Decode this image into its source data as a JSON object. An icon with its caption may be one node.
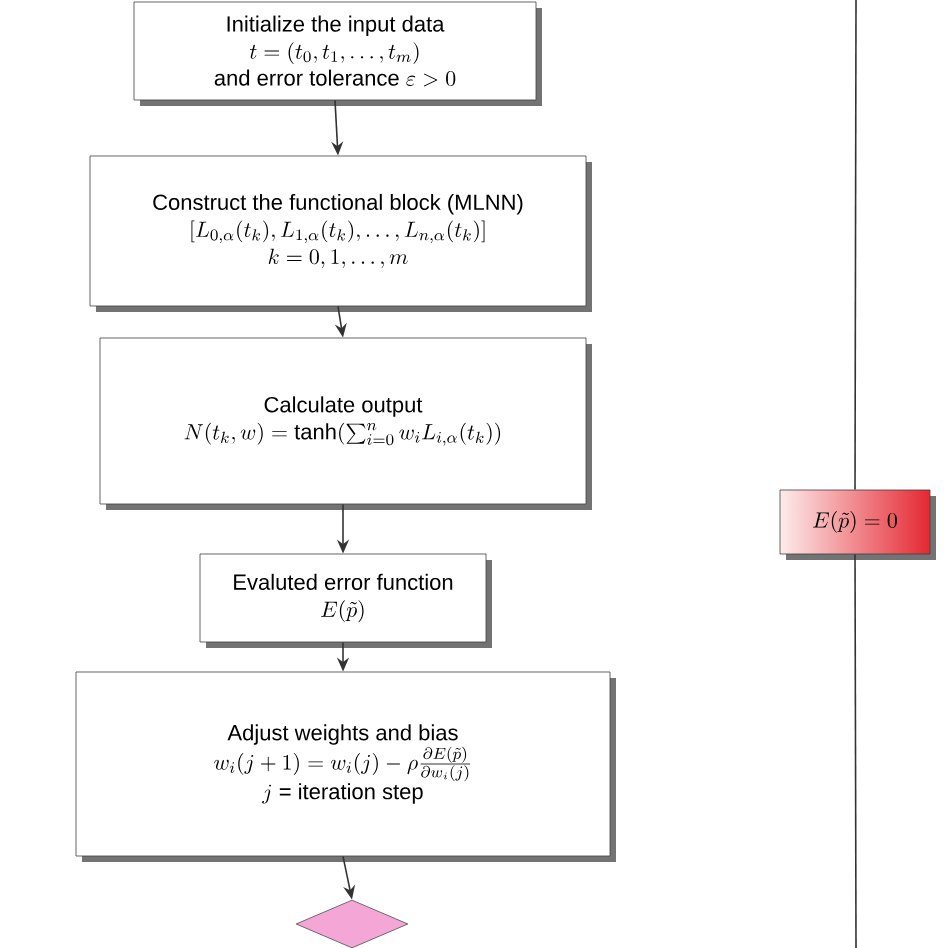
{
  "diagram": {
    "nodes": [
      {
        "text": [
          "Initialize the input data",
          "t=(t_0,t_1,\\ldots,t_m)",
          "and error tolerance",
          "\\varepsilon>0"
        ]
      },
      {
        "text": [
          "Construct the functional block (MLNN)",
          "[L_{0,\\alpha}(t_k),L_{1,\\alpha}(t_k),\\ldots,L_{n,\\alpha}(t_k)]",
          "k=0,1,\\ldots,m"
        ]
      },
      {
        "text": [
          "Calculate output",
          "N(t_k,w)=\\tanh(\\sum_{i=0}^{n}w_i L_{i,\\alpha}(t_k))"
        ]
      },
      {
        "text": [
          "Evaluted error function",
          "E(\\tilde{p})"
        ]
      },
      {
        "text": [
          "Adjust  weights and bias",
          "w_i(j+1)=w_i(j)-\\rho\\frac{\\partial E(\\tilde{p})}{\\partial w_i(j)}",
          "j",
          "= iteration step"
        ]
      },
      {
        "text": [],
        "shape": "diamond"
      },
      {
        "text": [
          "E(\\tilde{p})=0"
        ]
      }
    ],
    "edges": [
      {
        "from": 0,
        "to": 1,
        "arrow": "to"
      },
      {
        "from": 1,
        "to": 2,
        "arrow": "to"
      },
      {
        "from": 2,
        "to": 3,
        "arrow": "to"
      },
      {
        "from": 3,
        "to": 4,
        "arrow": "to"
      },
      {
        "from": 4,
        "to": 5,
        "arrow": "to"
      },
      {
        "from": null,
        "to": 6,
        "arrow": "none"
      },
      {
        "from": 6,
        "to": null,
        "arrow": "none"
      }
    ]
  }
}
